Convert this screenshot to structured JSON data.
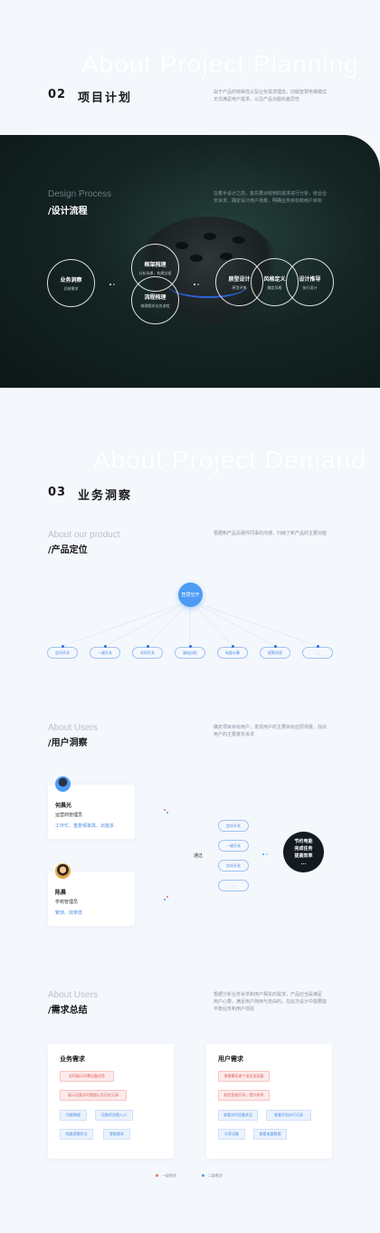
{
  "plan": {
    "ghost": "About Project Planning",
    "num": "02",
    "title": "项目计划",
    "desc": [
      "由于产品的特殊性以及业务需求理念，旧版智慧电梯模式",
      "无法满足用户需求，以及产品功能的差异性"
    ]
  },
  "design": {
    "en": "Design Process",
    "cn": "/设计流程",
    "desc": [
      "在着手设计之前，首先要对收到的需求进行分析，结合业",
      "务诉求，确定设计用户场景，明确业务目标和用户目标"
    ],
    "steps": [
      {
        "title": "业务洞察",
        "sub": "总结需求"
      },
      {
        "title": "框架梳理",
        "sub": "分析场景，构建总框"
      },
      {
        "title": "流程梳理",
        "sub": "梳理相关业务流程"
      },
      {
        "title": "原型设计",
        "sub": "原型评审"
      },
      {
        "title": "风格定义",
        "sub": "确定风格"
      },
      {
        "title": "设计推导",
        "sub": "执行设计"
      }
    ]
  },
  "demand": {
    "ghost": "About Project Demand",
    "num": "03",
    "title": "业务洞察"
  },
  "product": {
    "en": "About our product",
    "cn": "/产品定位",
    "desc": "根据和产品及硬件同事的沟通，归纳了新产品的主要功能",
    "hub": "智慧空开",
    "features": [
      "定时开关",
      "一键开关",
      "实时开关",
      "漏电自检",
      "电量计算",
      "报警消息",
      "..."
    ]
  },
  "users": {
    "en": "About  Users",
    "cn": "/用户洞察",
    "desc": [
      "确定项目目标用户，发现用户的主要目标还原场景，找出",
      "用户的主要真实诉求"
    ],
    "people": [
      {
        "name": "何晨光",
        "role": "运营商管理员",
        "tags": "工作忙、重复频率高、出错多"
      },
      {
        "name": "陈晨",
        "role": "学校管理员",
        "tags": "繁琐、效率低"
      }
    ],
    "via": "通过",
    "actions": [
      "定时开关",
      "一键开关",
      "实时开关",
      "..."
    ],
    "goal": [
      "节约电能",
      "完成任务",
      "提高效率",
      "..."
    ]
  },
  "summary": {
    "en": "About  Users",
    "cn": "/需求总结",
    "desc": [
      "根据分析业务诉求和用户相关的需求，产品应当是满足",
      "用户心要，满足用户随用与自由的，在此次设计中需要能",
      "平衡业务和用户体验"
    ],
    "business": {
      "title": "业务需求",
      "tags": [
        "实时展示所需设备信息",
        "展示设备实时数据以及历史记录",
        "功能数据",
        "设备的详细入口",
        "线路逻辑状况",
        "更能需求"
      ]
    },
    "user": {
      "title": "用户需求",
      "tags": [
        "便捷最初者个或全部设备",
        "制定智能开关，提升效率",
        "查看实时设备状况",
        "查看任务执行记录",
        "分享设备",
        "查看电量数据"
      ]
    },
    "legend": [
      "一级需求",
      "二级需求"
    ]
  },
  "colors": {
    "accent": "#4d9bf5",
    "red": "#e26060",
    "dark": "#141a22"
  }
}
